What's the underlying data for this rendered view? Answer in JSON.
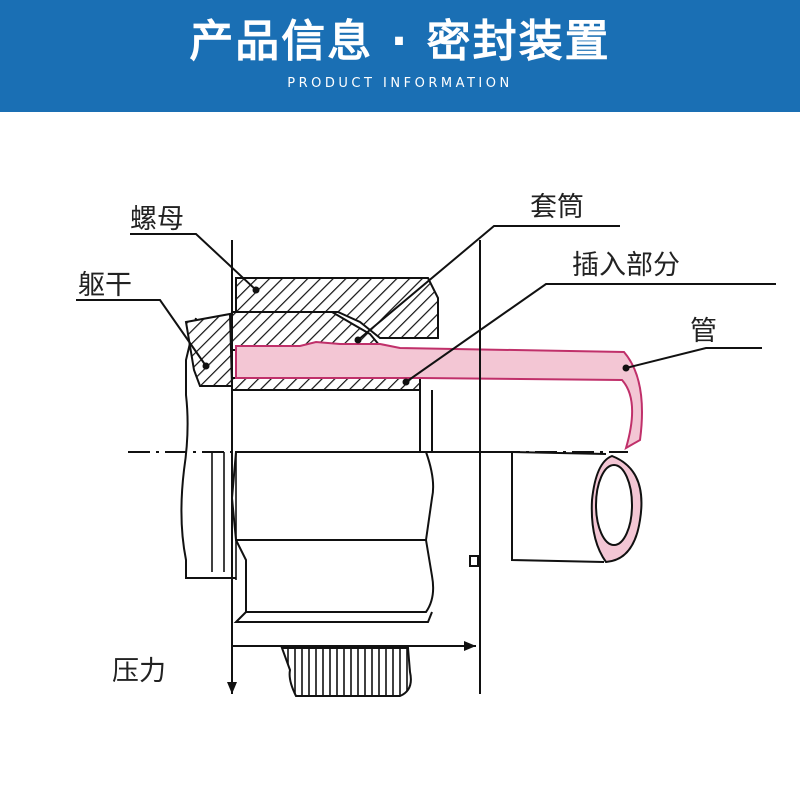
{
  "header": {
    "title": "产品信息 · 密封装置",
    "subtitle": "PRODUCT INFORMATION"
  },
  "colors": {
    "header_bg": "#1a6fb4",
    "tube_fill": "#f3c6d4",
    "tube_stroke": "#c0306a",
    "line": "#111111"
  },
  "labels": {
    "nut": "螺母",
    "sleeve": "套筒",
    "body": "躯干",
    "insert": "插入部分",
    "tube": "管",
    "pressure": "压力"
  }
}
